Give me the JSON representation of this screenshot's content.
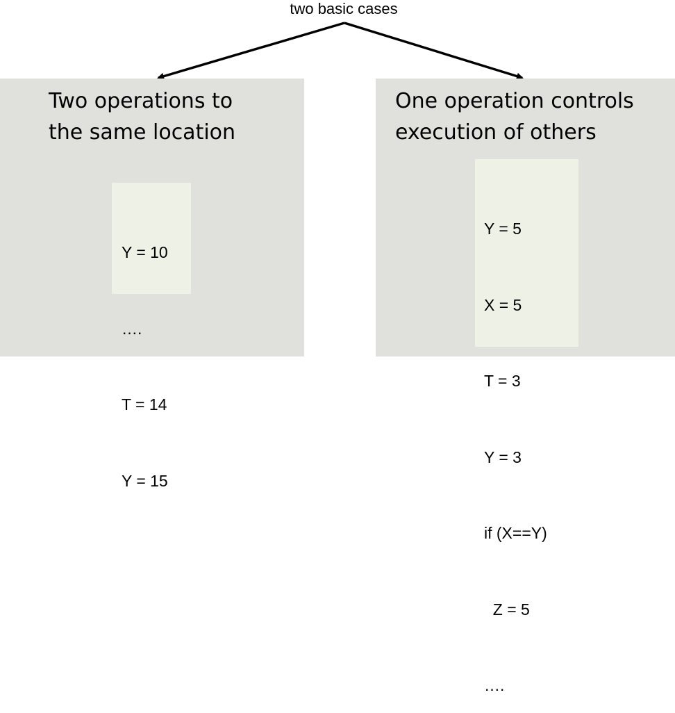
{
  "root": {
    "label": "two basic cases"
  },
  "cases": [
    {
      "title_lines": [
        "Two operations to",
        "the same location"
      ],
      "code_lines": [
        "Y = 10",
        "….",
        "T = 14",
        "Y = 15"
      ]
    },
    {
      "title_lines": [
        "One operation controls",
        "execution of others"
      ],
      "code_lines": [
        "Y = 5",
        "X = 5",
        "T = 3",
        "Y = 3",
        "if (X==Y)",
        "  Z = 5",
        "…."
      ]
    }
  ],
  "colors": {
    "panel_background": "#e0e0dc",
    "code_background": "#eef1e6",
    "arrow": "#000000"
  }
}
